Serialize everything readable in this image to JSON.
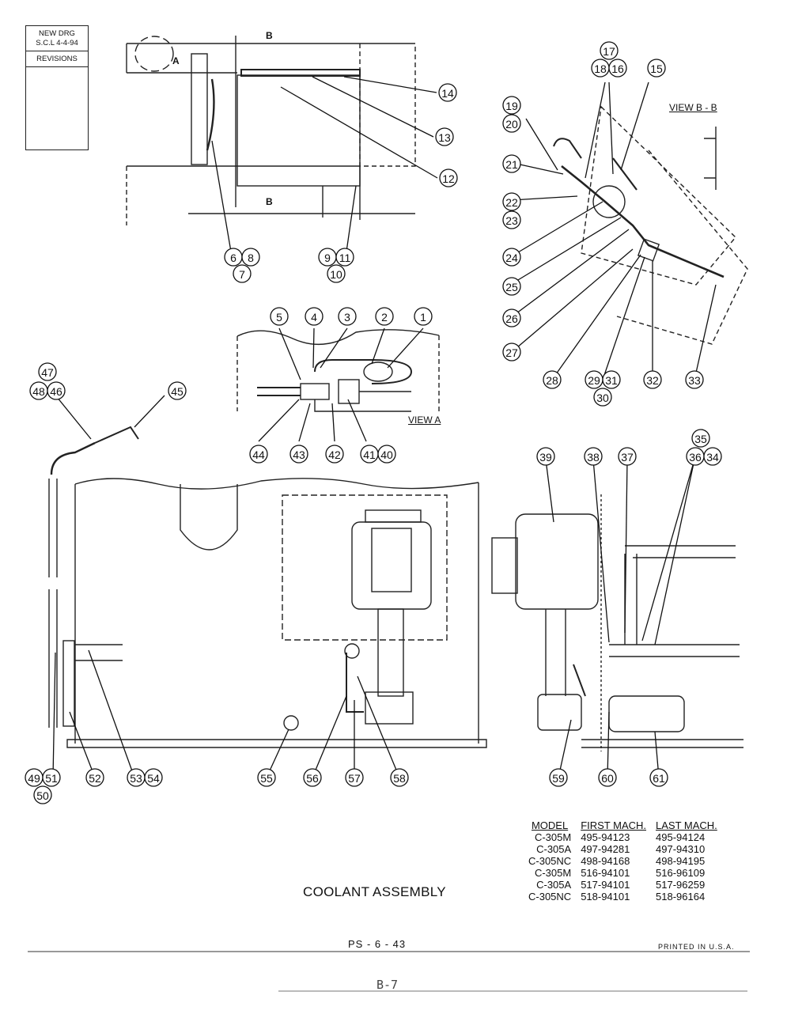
{
  "revision_block": {
    "line1": "NEW DRG",
    "line2": "S.C.L  4-4-94",
    "revisions_label": "REVISIONS"
  },
  "views": {
    "view_a_label": "VIEW A",
    "view_b_label": "VIEW B - B",
    "section_mark_top": "B",
    "section_mark_bottom": "B",
    "detail_mark": "A"
  },
  "callouts": [
    {
      "id": "c1",
      "labels": [
        "1"
      ]
    },
    {
      "id": "c2",
      "labels": [
        "2"
      ]
    },
    {
      "id": "c3",
      "labels": [
        "3"
      ]
    },
    {
      "id": "c4",
      "labels": [
        "4"
      ]
    },
    {
      "id": "c5",
      "labels": [
        "5"
      ]
    },
    {
      "id": "c6_8",
      "labels": [
        "6",
        "8"
      ]
    },
    {
      "id": "c7",
      "labels": [
        "7"
      ]
    },
    {
      "id": "c9_11",
      "labels": [
        "9",
        "11"
      ]
    },
    {
      "id": "c10",
      "labels": [
        "10"
      ]
    },
    {
      "id": "c12",
      "labels": [
        "12"
      ]
    },
    {
      "id": "c13",
      "labels": [
        "13"
      ]
    },
    {
      "id": "c14",
      "labels": [
        "14"
      ]
    },
    {
      "id": "c15",
      "labels": [
        "15"
      ]
    },
    {
      "id": "c17",
      "labels": [
        "17"
      ]
    },
    {
      "id": "c18_16",
      "labels": [
        "18",
        "16"
      ]
    },
    {
      "id": "c19",
      "labels": [
        "19"
      ]
    },
    {
      "id": "c20",
      "labels": [
        "20"
      ]
    },
    {
      "id": "c21",
      "labels": [
        "21"
      ]
    },
    {
      "id": "c22",
      "labels": [
        "22"
      ]
    },
    {
      "id": "c23",
      "labels": [
        "23"
      ]
    },
    {
      "id": "c24",
      "labels": [
        "24"
      ]
    },
    {
      "id": "c25",
      "labels": [
        "25"
      ]
    },
    {
      "id": "c26",
      "labels": [
        "26"
      ]
    },
    {
      "id": "c27",
      "labels": [
        "27"
      ]
    },
    {
      "id": "c28",
      "labels": [
        "28"
      ]
    },
    {
      "id": "c29_31",
      "labels": [
        "29",
        "31"
      ]
    },
    {
      "id": "c30",
      "labels": [
        "30"
      ]
    },
    {
      "id": "c32",
      "labels": [
        "32"
      ]
    },
    {
      "id": "c33",
      "labels": [
        "33"
      ]
    },
    {
      "id": "c34_36",
      "labels": [
        "36",
        "34"
      ]
    },
    {
      "id": "c35",
      "labels": [
        "35"
      ]
    },
    {
      "id": "c37",
      "labels": [
        "37"
      ]
    },
    {
      "id": "c38",
      "labels": [
        "38"
      ]
    },
    {
      "id": "c39",
      "labels": [
        "39"
      ]
    },
    {
      "id": "c40_41",
      "labels": [
        "41",
        "40"
      ]
    },
    {
      "id": "c42",
      "labels": [
        "42"
      ]
    },
    {
      "id": "c43",
      "labels": [
        "43"
      ]
    },
    {
      "id": "c44",
      "labels": [
        "44"
      ]
    },
    {
      "id": "c45",
      "labels": [
        "45"
      ]
    },
    {
      "id": "c47",
      "labels": [
        "47"
      ]
    },
    {
      "id": "c48_46",
      "labels": [
        "48",
        "46"
      ]
    },
    {
      "id": "c49_51",
      "labels": [
        "49",
        "51"
      ]
    },
    {
      "id": "c50",
      "labels": [
        "50"
      ]
    },
    {
      "id": "c52",
      "labels": [
        "52"
      ]
    },
    {
      "id": "c53_54",
      "labels": [
        "53",
        "54"
      ]
    },
    {
      "id": "c55",
      "labels": [
        "55"
      ]
    },
    {
      "id": "c56",
      "labels": [
        "56"
      ]
    },
    {
      "id": "c57",
      "labels": [
        "57"
      ]
    },
    {
      "id": "c58",
      "labels": [
        "58"
      ]
    },
    {
      "id": "c59",
      "labels": [
        "59"
      ]
    },
    {
      "id": "c60",
      "labels": [
        "60"
      ]
    },
    {
      "id": "c61",
      "labels": [
        "61"
      ]
    }
  ],
  "model_table": {
    "headers": [
      "MODEL",
      "FIRST MACH.",
      "LAST MACH."
    ],
    "rows": [
      [
        "C-305M",
        "495-94123",
        "495-94124"
      ],
      [
        "C-305A",
        "497-94281",
        "497-94310"
      ],
      [
        "C-305NC",
        "498-94168",
        "498-94195"
      ],
      [
        "C-305M",
        "516-94101",
        "516-96109"
      ],
      [
        "C-305A",
        "517-94101",
        "517-96259"
      ],
      [
        "C-305NC",
        "518-94101",
        "518-96164"
      ]
    ]
  },
  "assembly_title": "COOLANT ASSEMBLY",
  "page_code": "PS - 6 - 43",
  "printed_note": "PRINTED  IN  U.S.A.",
  "page_number": "B-7"
}
